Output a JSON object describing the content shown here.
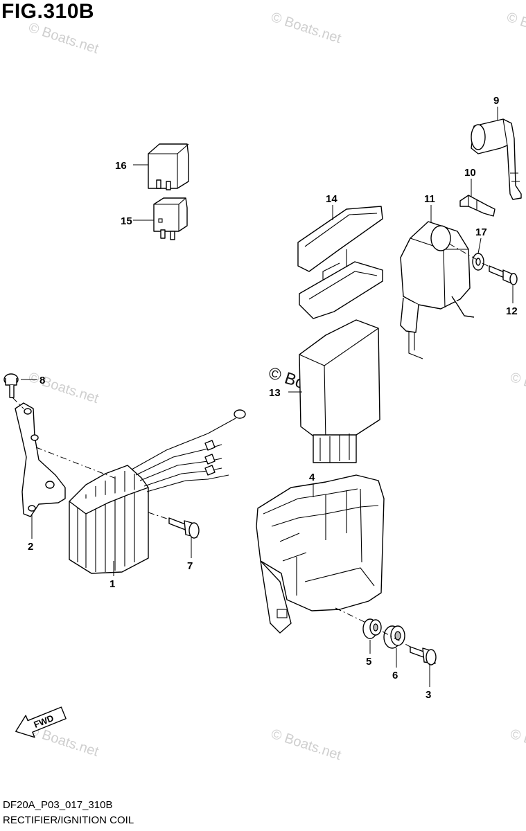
{
  "figure": {
    "title": "FIG.310B",
    "code": "DF20A_P03_017_310B",
    "caption": "RECTIFIER/IGNITION COIL"
  },
  "watermark": {
    "text": "© Boats.net"
  },
  "direction_arrow": {
    "label": "FWD"
  },
  "callouts": [
    "1",
    "2",
    "3",
    "4",
    "5",
    "6",
    "7",
    "8",
    "9",
    "10",
    "11",
    "12",
    "13",
    "14",
    "15",
    "16",
    "17"
  ]
}
